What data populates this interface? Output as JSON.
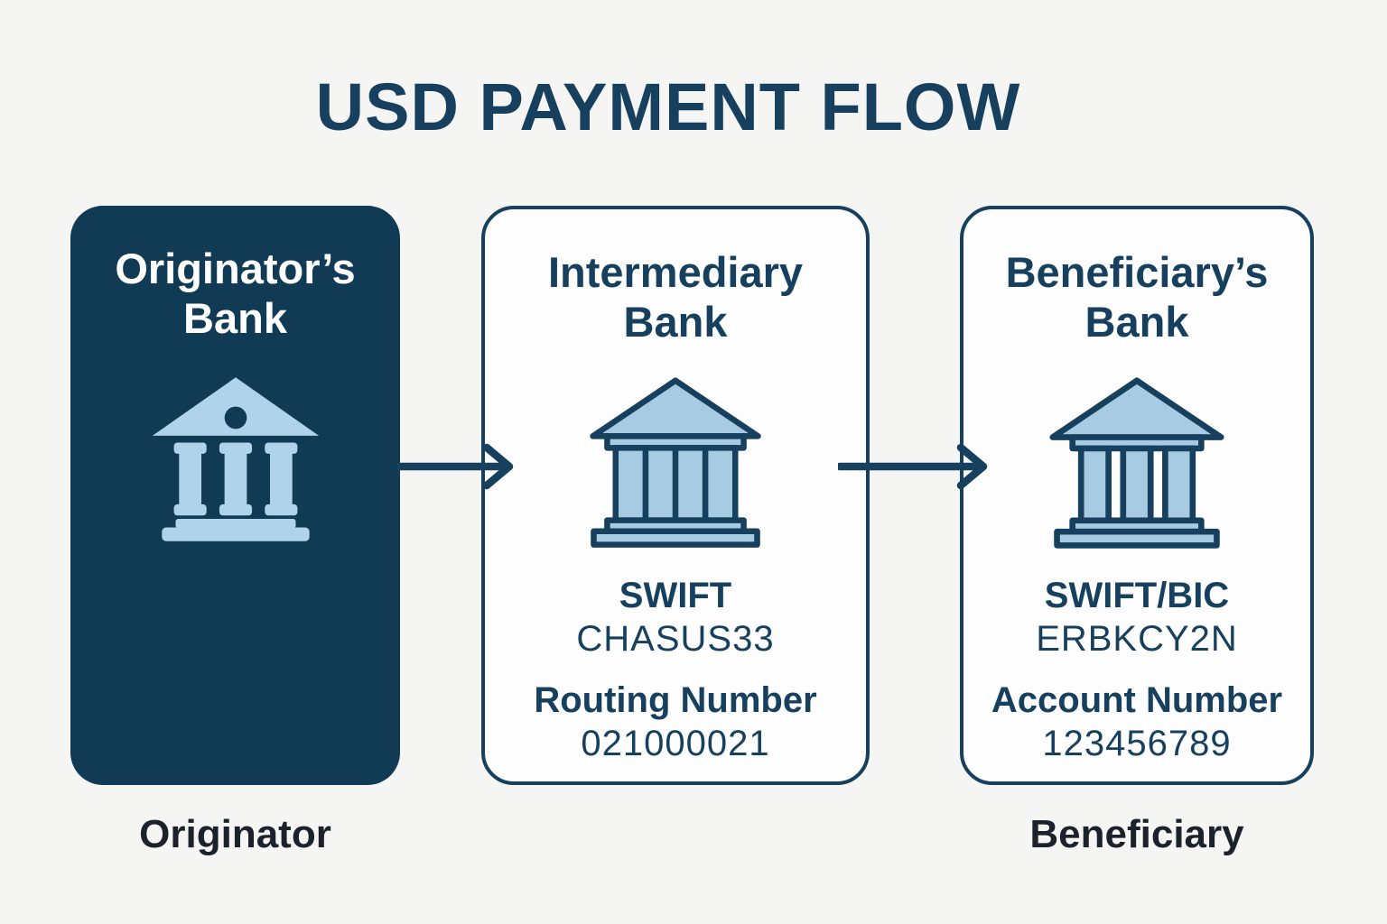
{
  "title": "USD PAYMENT FLOW",
  "colors": {
    "background": "#F5F5F3",
    "navy": "#17405E",
    "card_dark_bg": "#113A54",
    "card_light_bg": "#FDFDFD",
    "card_border": "#17405E",
    "icon_light_blue": "#AFD3EA",
    "icon_outline_fill": "#A6CBE2",
    "arrow": "#17405E",
    "footer_label_color": "#1B222B"
  },
  "cards": [
    {
      "id": "originator-bank",
      "title": "Originator’s Bank",
      "icon": "bank-filled-icon",
      "variant": "dark"
    },
    {
      "id": "intermediary-bank",
      "title": "Intermediary Bank",
      "icon": "bank-outline-icon",
      "variant": "light",
      "fields": [
        {
          "label": "SWIFT",
          "value": "CHASUS33"
        },
        {
          "label": "Routing Number",
          "value": "021000021"
        }
      ]
    },
    {
      "id": "beneficiary-bank",
      "title": "Beneficiary’s Bank",
      "icon": "bank-outline-icon",
      "variant": "light",
      "fields": [
        {
          "label": "SWIFT/BIC",
          "value": "ERBKCY2N"
        },
        {
          "label": "Account Number",
          "value": "123456789"
        }
      ]
    }
  ],
  "arrows": [
    {
      "from": "originator-bank",
      "to": "intermediary-bank"
    },
    {
      "from": "intermediary-bank",
      "to": "beneficiary-bank"
    }
  ],
  "footer_labels": {
    "originator": "Originator",
    "beneficiary": "Beneficiary"
  }
}
